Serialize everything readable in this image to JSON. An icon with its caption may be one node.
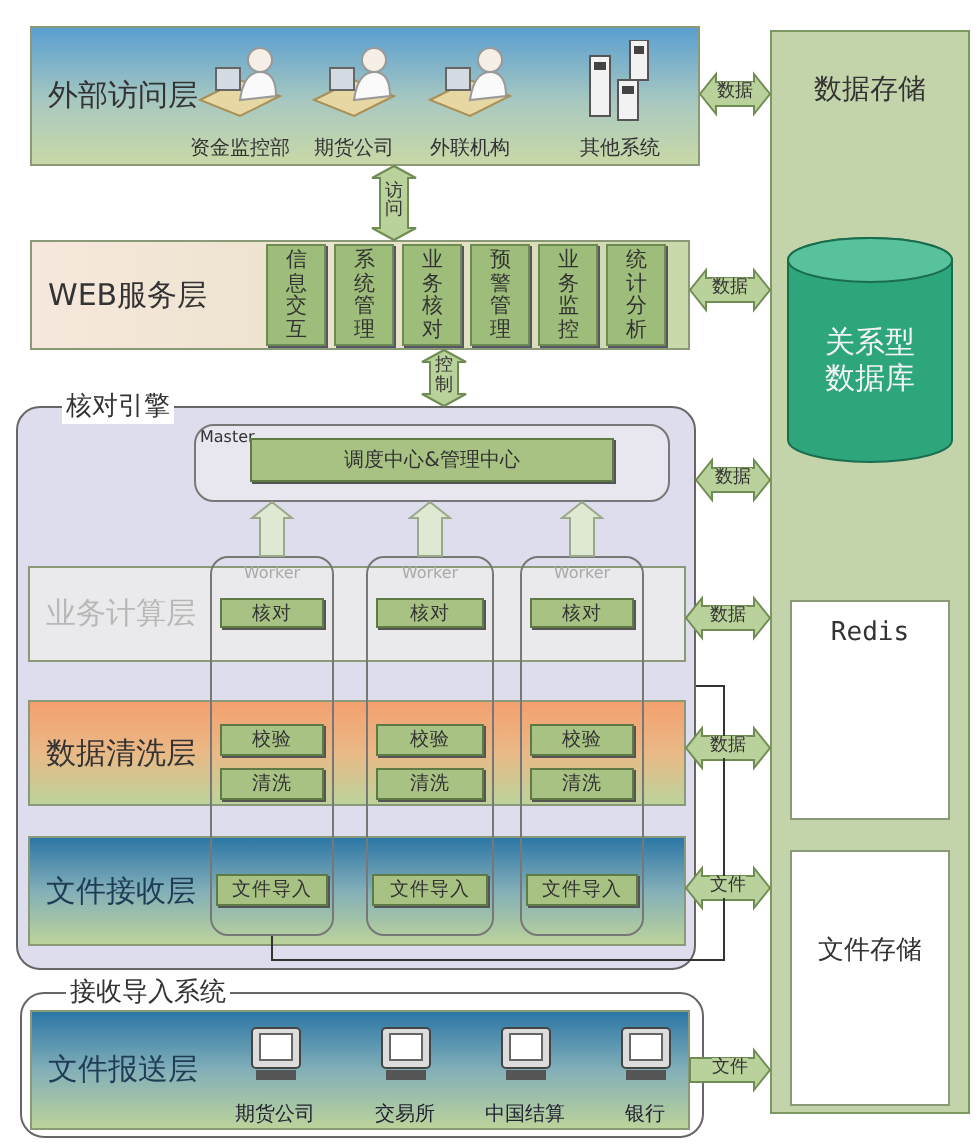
{
  "diagram": {
    "nodes": [
      {
        "text": [
          "外部访问层"
        ]
      },
      {
        "text": [
          "资金监控部"
        ],
        "in": 0
      },
      {
        "text": [
          "期货公司"
        ],
        "in": 0
      },
      {
        "text": [
          "外联机构"
        ],
        "in": 0
      },
      {
        "text": [
          "其他系统"
        ],
        "in": 0
      },
      {
        "text": [
          "WEB服务层"
        ]
      },
      {
        "text": [
          "信息交互"
        ],
        "in": 5
      },
      {
        "text": [
          "系统管理"
        ],
        "in": 5
      },
      {
        "text": [
          "业务核对"
        ],
        "in": 5
      },
      {
        "text": [
          "预警管理"
        ],
        "in": 5
      },
      {
        "text": [
          "业务监控"
        ],
        "in": 5
      },
      {
        "text": [
          "统计分析"
        ],
        "in": 5
      },
      {
        "text": [
          "核对引擎"
        ]
      },
      {
        "text": [
          "Master"
        ],
        "in": 12
      },
      {
        "text": [
          "调度中心&管理中心"
        ],
        "in": 13
      },
      {
        "text": [
          "业务计算层"
        ],
        "in": 12
      },
      {
        "text": [
          "数据清洗层"
        ],
        "in": 12
      },
      {
        "text": [
          "文件接收层"
        ],
        "in": 12
      },
      {
        "text": [
          "Worker"
        ],
        "in": 12
      },
      {
        "text": [
          "核对"
        ]
      },
      {
        "text": [
          "校验"
        ]
      },
      {
        "text": [
          "清洗"
        ]
      },
      {
        "text": [
          "文件导入"
        ]
      },
      {
        "text": [
          "Worker"
        ],
        "in": 12
      },
      {
        "text": [
          "核对"
        ]
      },
      {
        "text": [
          "校验"
        ]
      },
      {
        "text": [
          "清洗"
        ]
      },
      {
        "text": [
          "文件导入"
        ]
      },
      {
        "text": [
          "Worker"
        ],
        "in": 12
      },
      {
        "text": [
          "核对"
        ]
      },
      {
        "text": [
          "校验"
        ]
      },
      {
        "text": [
          "清洗"
        ]
      },
      {
        "text": [
          "文件导入"
        ]
      },
      {
        "text": [
          "接收导入系统"
        ]
      },
      {
        "text": [
          "文件报送层"
        ],
        "in": 33
      },
      {
        "text": [
          "期货公司"
        ],
        "in": 34
      },
      {
        "text": [
          "交易所"
        ],
        "in": 34
      },
      {
        "text": [
          "中国结算"
        ],
        "in": 34
      },
      {
        "text": [
          "银行"
        ],
        "in": 34
      },
      {
        "text": [
          "数据存储"
        ]
      },
      {
        "text": [
          "关系型数据库"
        ],
        "in": 39
      },
      {
        "text": [
          "Redis"
        ],
        "in": 39
      },
      {
        "text": [
          "文件存储"
        ],
        "in": 39
      }
    ],
    "edges": [
      {
        "from": 0,
        "to": 39,
        "arrow": "both",
        "label": "数据"
      },
      {
        "from": 5,
        "to": 39,
        "arrow": "both",
        "label": "数据"
      },
      {
        "from": 12,
        "to": 39,
        "arrow": "both",
        "label": "数据"
      },
      {
        "from": 15,
        "to": 39,
        "arrow": "both",
        "label": "数据"
      },
      {
        "from": 16,
        "to": 39,
        "arrow": "both",
        "label": "数据"
      },
      {
        "from": 17,
        "to": 39,
        "arrow": "both",
        "label": "文件"
      },
      {
        "from": 34,
        "to": 39,
        "arrow": "to",
        "label": "文件"
      },
      {
        "from": 0,
        "to": 5,
        "arrow": "both",
        "label": "访问"
      },
      {
        "from": 5,
        "to": 12,
        "arrow": "both",
        "label": "控制"
      },
      {
        "from": 18,
        "to": 13,
        "arrow": "to"
      },
      {
        "from": 23,
        "to": 13,
        "arrow": "to"
      },
      {
        "from": 28,
        "to": 13,
        "arrow": "to"
      },
      {
        "from": 18,
        "to": 12,
        "arrow": "none"
      }
    ]
  }
}
